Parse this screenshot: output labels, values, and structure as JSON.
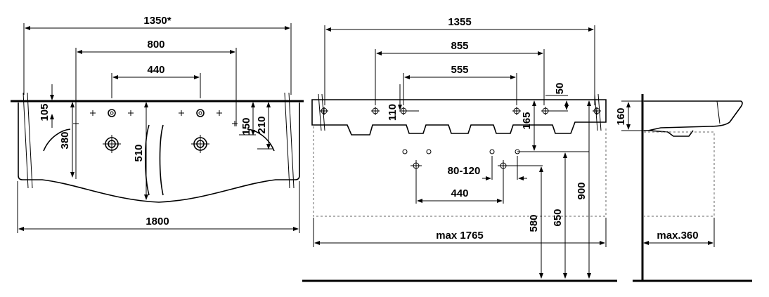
{
  "dimensions": {
    "top_overall": "1350*",
    "top_taps": "800",
    "top_holes": "440",
    "top_105": "105",
    "top_380": "380",
    "top_510": "510",
    "top_150": "150",
    "top_210": "210",
    "top_1800": "1800",
    "front_1355": "1355",
    "front_855": "855",
    "front_555": "555",
    "front_50": "50",
    "front_110": "110",
    "front_165": "165",
    "front_80_120": "80-120",
    "front_440": "440",
    "front_max1765": "max 1765",
    "front_580": "580",
    "front_650": "650",
    "front_900": "900",
    "side_160": "160",
    "side_max360": "max.360"
  }
}
